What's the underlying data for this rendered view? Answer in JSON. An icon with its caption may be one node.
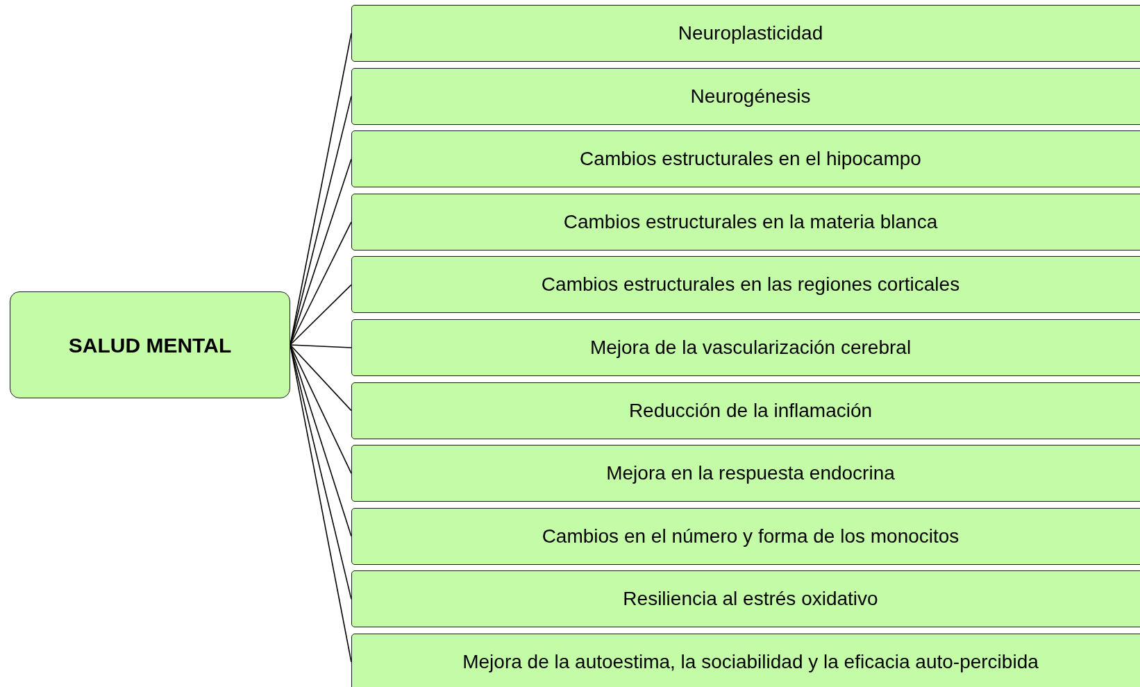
{
  "diagram": {
    "nodes": [
      {
        "text": [
          "SALUD MENTAL"
        ]
      },
      {
        "text": [
          "Neuroplasticidad"
        ]
      },
      {
        "text": [
          "Neurogénesis"
        ]
      },
      {
        "text": [
          "Cambios estructurales en el hipocampo"
        ]
      },
      {
        "text": [
          "Cambios estructurales en la materia blanca"
        ]
      },
      {
        "text": [
          "Cambios estructurales en las regiones corticales"
        ]
      },
      {
        "text": [
          "Mejora de la vascularización cerebral"
        ]
      },
      {
        "text": [
          "Reducción de la inflamación"
        ]
      },
      {
        "text": [
          "Mejora en la respuesta endocrina"
        ]
      },
      {
        "text": [
          "Cambios en el número y forma de los monocitos"
        ]
      },
      {
        "text": [
          "Resiliencia al estrés oxidativo"
        ]
      },
      {
        "text": [
          "Mejora de la autoestima, la sociabilidad y la eficacia auto-percibida"
        ]
      }
    ],
    "edges": [
      {
        "from": 0,
        "to": 1,
        "arrow": "none"
      },
      {
        "from": 0,
        "to": 2,
        "arrow": "none"
      },
      {
        "from": 0,
        "to": 3,
        "arrow": "none"
      },
      {
        "from": 0,
        "to": 4,
        "arrow": "none"
      },
      {
        "from": 0,
        "to": 5,
        "arrow": "none"
      },
      {
        "from": 0,
        "to": 6,
        "arrow": "none"
      },
      {
        "from": 0,
        "to": 7,
        "arrow": "none"
      },
      {
        "from": 0,
        "to": 8,
        "arrow": "none"
      },
      {
        "from": 0,
        "to": 9,
        "arrow": "none"
      },
      {
        "from": 0,
        "to": 10,
        "arrow": "none"
      },
      {
        "from": 0,
        "to": 11,
        "arrow": "none"
      }
    ]
  }
}
